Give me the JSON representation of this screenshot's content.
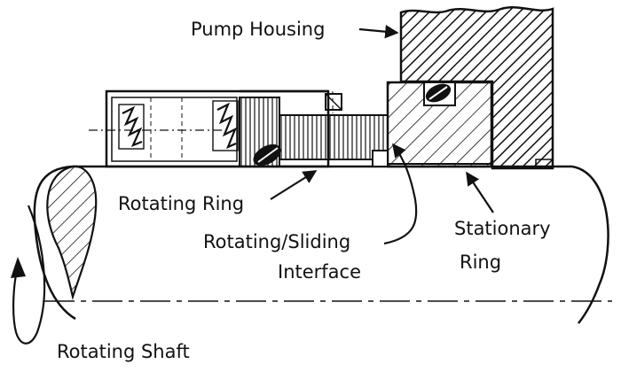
{
  "labels": {
    "pump_housing": "Pump Housing",
    "rotating_ring": "Rotating Ring",
    "interface_line1": "Rotating/Sliding",
    "interface_line2": "Interface",
    "stationary_line1": "Stationary",
    "stationary_line2": "Ring",
    "rotating_shaft": "Rotating Shaft"
  }
}
